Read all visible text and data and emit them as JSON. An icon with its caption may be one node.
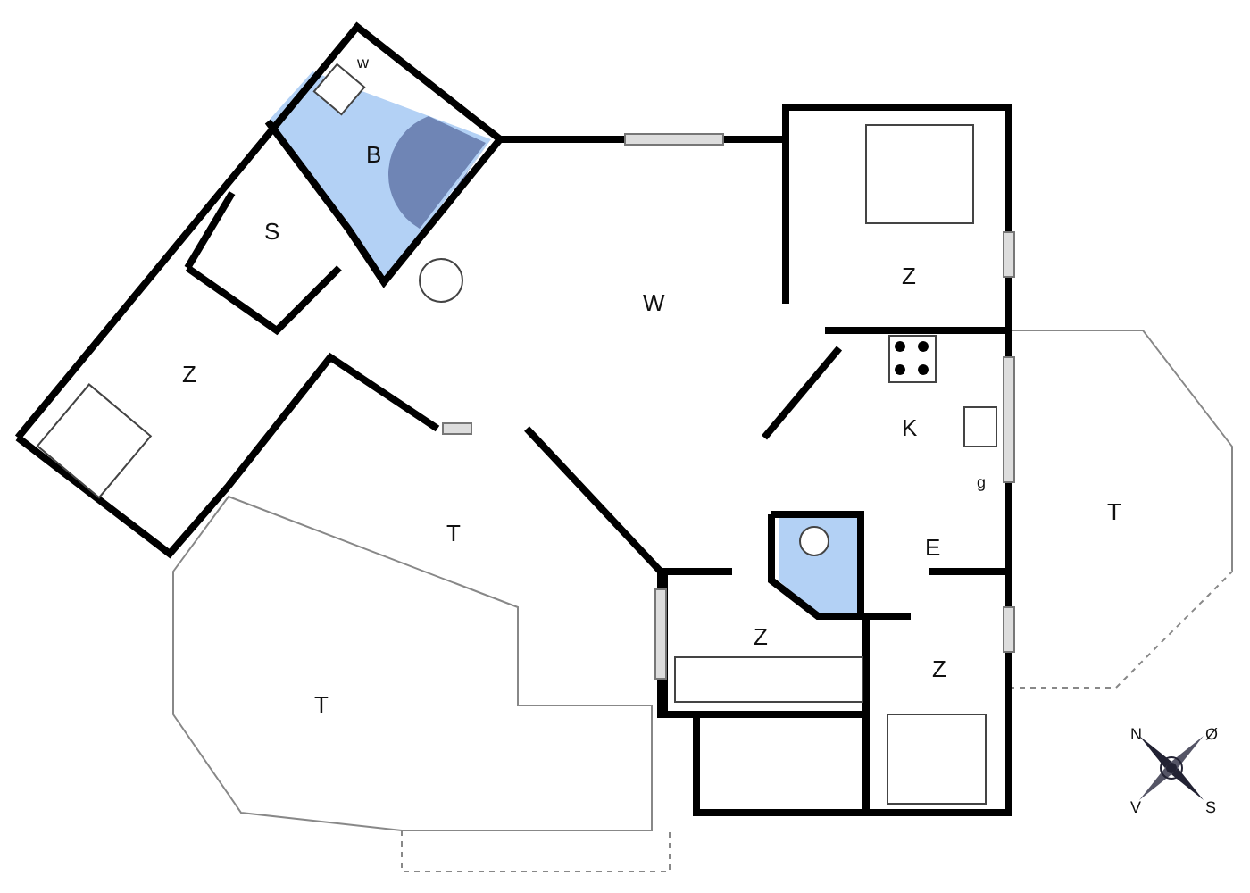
{
  "diagram": {
    "labels": [
      "w",
      "B",
      "S",
      "W",
      "Z",
      "Z",
      "K",
      "g",
      "T",
      "T",
      "E",
      "Z",
      "Z",
      "T",
      "N",
      "Ø",
      "V",
      "S"
    ]
  }
}
